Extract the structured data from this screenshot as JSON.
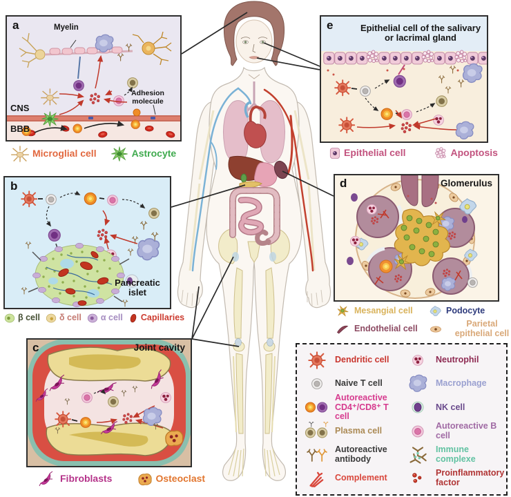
{
  "panels": {
    "a": {
      "id": "a",
      "myelin": "Myelin",
      "cns": "CNS",
      "bbb": "BBB",
      "adhesion": "Adhesion molecule",
      "legend": [
        {
          "label": "Microglial cell",
          "color": "#e2683f"
        },
        {
          "label": "Astrocyte",
          "color": "#3faa4e"
        }
      ]
    },
    "b": {
      "id": "b",
      "islet": "Pancreatic islet",
      "legend": [
        {
          "label": "β cell",
          "color": "#454f33"
        },
        {
          "label": "δ cell",
          "color": "#c47a72"
        },
        {
          "label": "α cell",
          "color": "#a58cc0"
        },
        {
          "label": "Capillaries",
          "color": "#cc3b2f"
        }
      ]
    },
    "c": {
      "id": "c",
      "cavity": "Joint cavity",
      "legend": [
        {
          "label": "Fibroblasts",
          "color": "#b5338a"
        },
        {
          "label": "Osteoclast",
          "color": "#e2762f"
        }
      ]
    },
    "d": {
      "id": "d",
      "glomerulus": "Glomerulus",
      "legend": [
        {
          "label": "Mesangial cell",
          "color": "#d9b35c"
        },
        {
          "label": "Podocyte",
          "color": "#2d3a7c"
        },
        {
          "label": "Endothelial cell",
          "color": "#8c4a62"
        },
        {
          "label": "Parietal epithelial cell",
          "color": "#d9a878"
        }
      ]
    },
    "e": {
      "id": "e",
      "title": "Epithelial cell of the salivary or lacrimal gland",
      "legend": [
        {
          "label": "Epithelial cell",
          "color": "#c2527e"
        },
        {
          "label": "Apoptosis",
          "color": "#c2527e"
        }
      ]
    }
  },
  "legend_box": {
    "items": [
      {
        "label": "Dendritic cell",
        "color": "#c9352e"
      },
      {
        "label": "Neutrophil",
        "color": "#8e2a52"
      },
      {
        "label": "Naive T cell",
        "color": "#3a3a3a"
      },
      {
        "label": "Macrophage",
        "color": "#9aa0d0"
      },
      {
        "label": "Autoreactive CD4⁺/CD8⁺ T cell",
        "color": "#d63a8e"
      },
      {
        "label": "NK cell",
        "color": "#6a4a8c"
      },
      {
        "label": "Plasma cell",
        "color": "#ab8a55"
      },
      {
        "label": "Autoreactive B cell",
        "color": "#a06aa4"
      },
      {
        "label": "Autoreactive antibody",
        "color": "#3a3a3a"
      },
      {
        "label": "Immune complexe",
        "color": "#62c2a2"
      },
      {
        "label": "Complement",
        "color": "#d9473c"
      },
      {
        "label": "Proinflammatory factor",
        "color": "#b03434"
      }
    ]
  }
}
